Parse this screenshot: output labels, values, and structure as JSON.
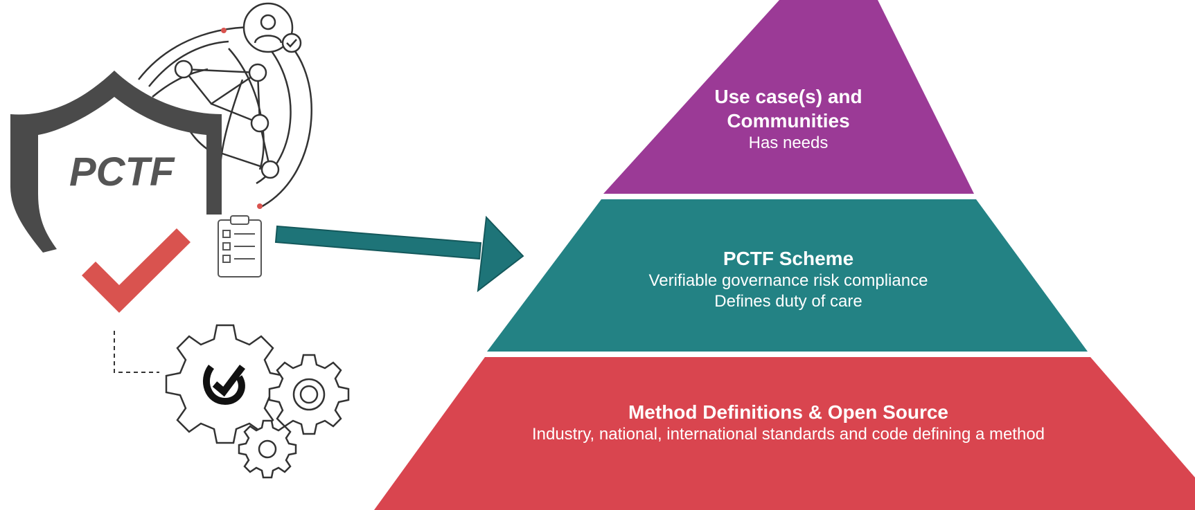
{
  "logo": {
    "text": "PCTF"
  },
  "pyramid": {
    "top": {
      "title_line1": "Use case(s) and",
      "title_line2": "Communities",
      "sub": "Has needs",
      "color": "#9B3A96"
    },
    "middle": {
      "title": "PCTF Scheme",
      "sub_line1": "Verifiable governance risk compliance",
      "sub_line2": "Defines duty of care",
      "color": "#238284"
    },
    "bottom": {
      "title": "Method Definitions  & Open Source",
      "sub": "Industry, national, international standards and code defining a method",
      "color": "#D9454F"
    }
  },
  "colors": {
    "arrow": "#1E7478",
    "check": "#D9534F",
    "shield": "#4A4A4A",
    "line": "#333333"
  },
  "icons": [
    "shield-icon",
    "network-globe-icon",
    "user-check-icon",
    "checklist-icon",
    "check-mark-icon",
    "gear-icon"
  ]
}
